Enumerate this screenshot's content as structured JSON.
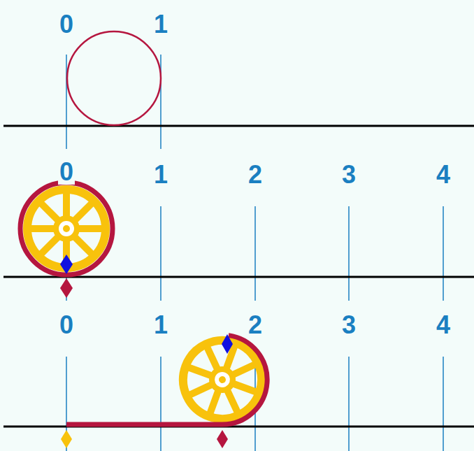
{
  "diagram": {
    "labels": [
      "0",
      "1",
      "0",
      "1",
      "2",
      "3",
      "4",
      "0",
      "1",
      "2",
      "3",
      "4"
    ]
  }
}
